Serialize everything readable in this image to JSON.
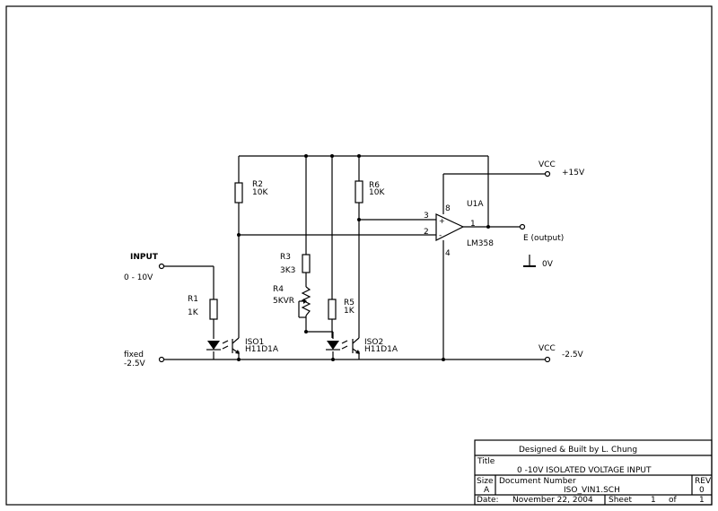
{
  "input": {
    "label": "INPUT",
    "range": "0 - 10V"
  },
  "fixed": {
    "line1": "fixed",
    "line2": "-2.5V"
  },
  "components": {
    "r1": {
      "ref": "R1",
      "value": "1K"
    },
    "r2": {
      "ref": "R2",
      "value": "10K"
    },
    "r3": {
      "ref": "R3",
      "value": "3K3"
    },
    "r4": {
      "ref": "R4",
      "value": "5KVR"
    },
    "r5": {
      "ref": "R5",
      "value": "1K"
    },
    "r6": {
      "ref": "R6",
      "value": "10K"
    },
    "iso1": {
      "ref": "ISO1",
      "part": "H11D1A"
    },
    "iso2": {
      "ref": "ISO2",
      "part": "H11D1A"
    },
    "u1a": {
      "ref": "U1A",
      "part": "LM358",
      "pin_plus": "3",
      "pin_minus": "2",
      "pin_out": "1",
      "pin_vcc": "8",
      "pin_vee": "4"
    }
  },
  "rails": {
    "vcc_top": {
      "name": "VCC",
      "value": "+15V"
    },
    "vcc_bottom": {
      "name": "VCC",
      "value": "-2.5V"
    },
    "output": "E (output)",
    "ground": "0V"
  },
  "title_block": {
    "designer": "Designed & Built by L. Chung",
    "title_label": "Title",
    "title": "0 -10V ISOLATED VOLTAGE INPUT",
    "size_label": "Size",
    "size": "A",
    "doc_label": "Document Number",
    "doc": "ISO_VIN1.SCH",
    "rev_label": "REV",
    "rev": "0",
    "date_label": "Date:",
    "date": "November 22, 2004",
    "sheet_label": "Sheet",
    "sheet": "1",
    "of_label": "of",
    "of": "1"
  }
}
